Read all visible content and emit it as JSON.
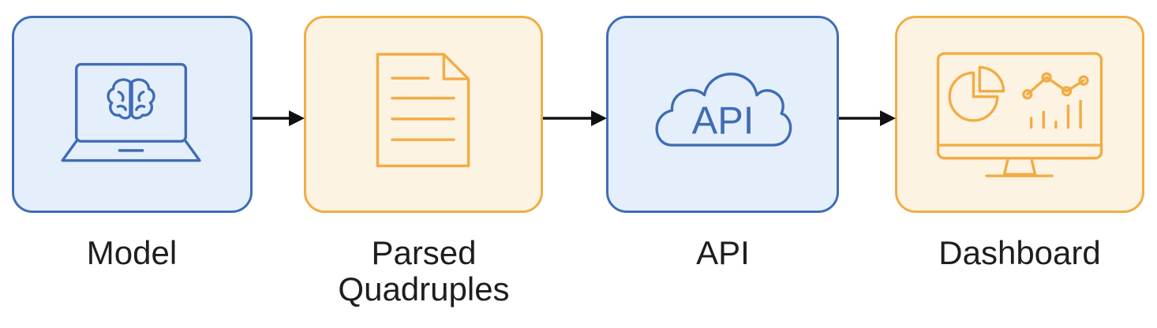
{
  "diagram": {
    "nodes": [
      {
        "label": "Model",
        "icon": "laptop-brain-icon",
        "color": "#3f6db4"
      },
      {
        "label": "Parsed\nQuadruples",
        "icon": "document-icon",
        "color": "#f2ac45"
      },
      {
        "label": "API",
        "icon": "cloud-api-icon",
        "color": "#3f6db4",
        "icon_text": "API"
      },
      {
        "label": "Dashboard",
        "icon": "monitor-dashboard-icon",
        "color": "#f2ac45"
      }
    ],
    "edges": [
      {
        "from": "Model",
        "to": "Parsed\nQuadruples"
      },
      {
        "from": "Parsed\nQuadruples",
        "to": "API"
      },
      {
        "from": "API",
        "to": "Dashboard"
      }
    ]
  }
}
